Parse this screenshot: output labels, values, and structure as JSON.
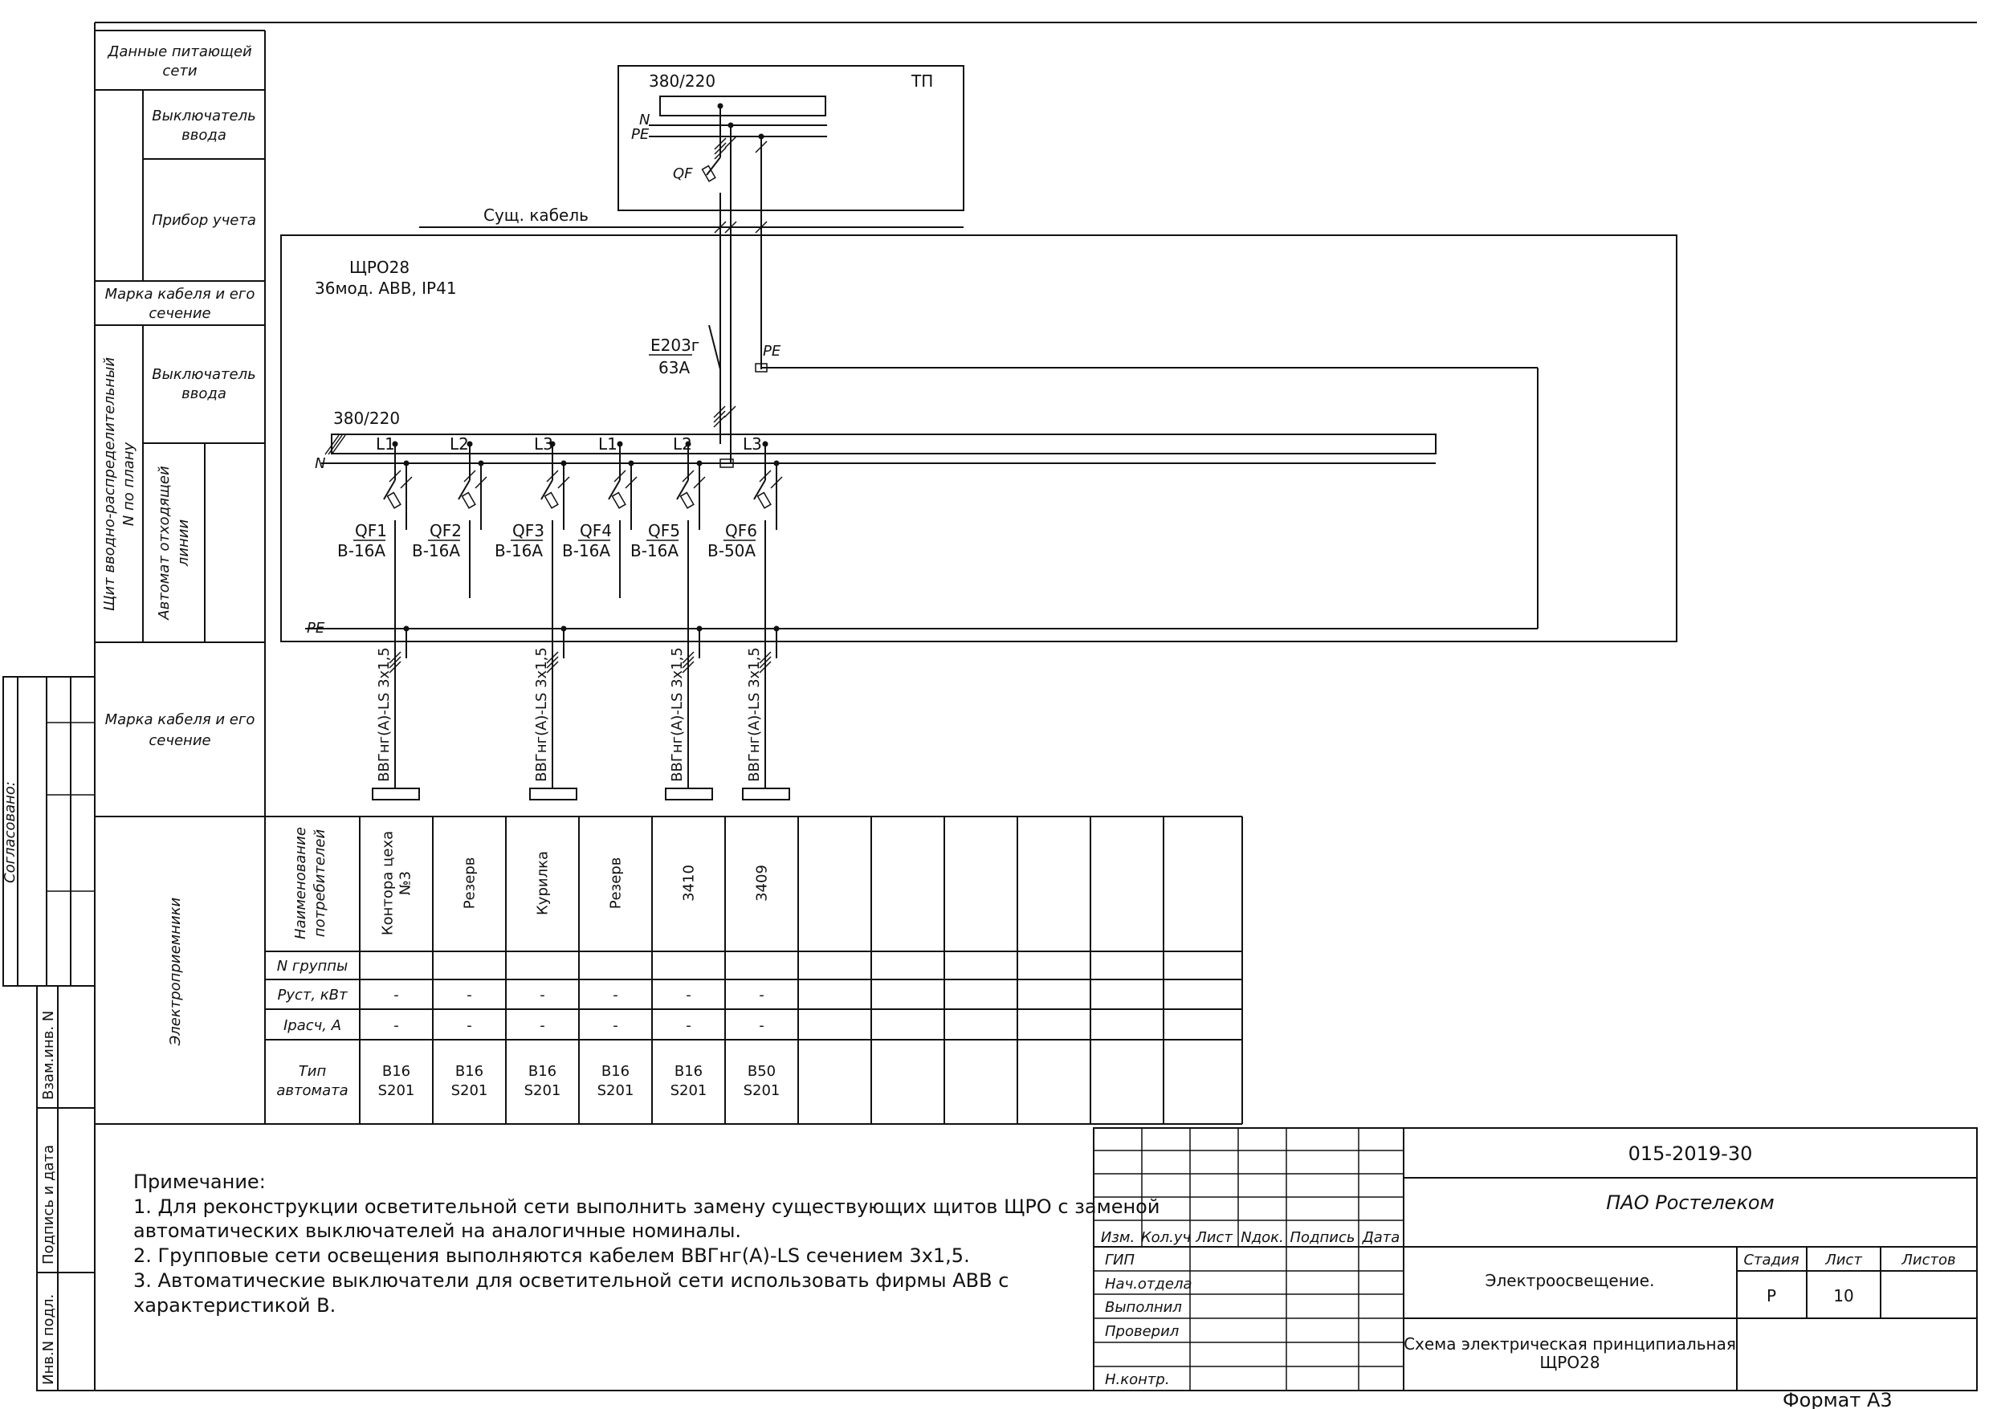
{
  "colors": {
    "ink": "#111111",
    "paper": "#ffffff"
  },
  "left_stamp": {
    "agreed": "Согласовано:",
    "vzam": "Взам.инв. N",
    "signdate": "Подпись и дата",
    "invpodl": "Инв.N подл."
  },
  "rows": {
    "supply_data": [
      "Данные питающей",
      "сети"
    ],
    "input_switch": [
      "Выключатель",
      "ввода"
    ],
    "meter": "Прибор учета",
    "cable_mark": [
      "Марка кабеля и его",
      "сечение"
    ],
    "panel": [
      "Щит вводно-распределительный",
      "N по плану"
    ],
    "input_switch2": [
      "Выключатель",
      "ввода"
    ],
    "outgoing_breaker": [
      "Автомат отходящей",
      "линии"
    ],
    "cable_mark2": [
      "Марка кабеля и его",
      "сечение"
    ],
    "receivers": "Электроприемники"
  },
  "tp": {
    "voltage": "380/220",
    "name": "ТП",
    "n": "N",
    "pe": "PE",
    "qf": "QF"
  },
  "existing_cable": "Сущ. кабель",
  "panel": {
    "name": "ЩРО28",
    "spec": "36мод. ABB, IP41",
    "main_breaker": "E203г",
    "main_rating": "63А",
    "pe": "PE",
    "voltage": "380/220",
    "n": "N",
    "pe_bus": "PE",
    "phases": [
      "L1",
      "L2",
      "L3",
      "L1",
      "L2",
      "L3"
    ]
  },
  "breakers": [
    {
      "id": "QF1",
      "rating": "B-16A"
    },
    {
      "id": "QF2",
      "rating": "B-16A"
    },
    {
      "id": "QF3",
      "rating": "B-16A"
    },
    {
      "id": "QF4",
      "rating": "B-16A"
    },
    {
      "id": "QF5",
      "rating": "B-16A"
    },
    {
      "id": "QF6",
      "rating": "B-50A"
    }
  ],
  "cables": [
    "ВВГнг(А)-LS 3х1,5",
    "ВВГнг(А)-LS 3х1,5",
    "ВВГнг(А)-LS 3х1,5",
    "ВВГнг(А)-LS 3х1,5"
  ],
  "table": {
    "header_name": [
      "Наименование",
      "потребителей"
    ],
    "row_group": "N группы",
    "row_power": "Руст, кВт",
    "row_current": "Iрасч, А",
    "row_type": [
      "Тип",
      "автомата"
    ],
    "consumers": [
      {
        "name": [
          "Контора цеха",
          "№3"
        ],
        "power": "-",
        "current": "-",
        "type": [
          "B16",
          "S201"
        ]
      },
      {
        "name": [
          "Резерв"
        ],
        "power": "-",
        "current": "-",
        "type": [
          "B16",
          "S201"
        ]
      },
      {
        "name": [
          "Курилка"
        ],
        "power": "-",
        "current": "-",
        "type": [
          "B16",
          "S201"
        ]
      },
      {
        "name": [
          "Резерв"
        ],
        "power": "-",
        "current": "-",
        "type": [
          "B16",
          "S201"
        ]
      },
      {
        "name": [
          "3410"
        ],
        "power": "-",
        "current": "-",
        "type": [
          "B16",
          "S201"
        ]
      },
      {
        "name": [
          "3409"
        ],
        "power": "-",
        "current": "-",
        "type": [
          "B50",
          "S201"
        ]
      }
    ]
  },
  "notes": {
    "title": "Примечание:",
    "lines": [
      "1. Для реконструкции осветительной сети выполнить замену существующих щитов ЩРО с заменой",
      "автоматических выключателей на аналогичные номиналы.",
      "2. Групповые сети освещения выполняются кабелем ВВГнг(А)-LS сечением 3х1,5.",
      "3. Автоматические выключатели для осветительной сети использовать фирмы ABB с",
      "характеристикой В."
    ]
  },
  "title_block": {
    "code": "015-2019-30",
    "org": "ПАО Ростелеком",
    "cols": [
      "Изм.",
      "Кол.уч",
      "Лист",
      "Nдок.",
      "Подпись",
      "Дата"
    ],
    "roles": [
      "ГИП",
      "Нач.отдела",
      "Выполнил",
      "Проверил",
      "Н.контр."
    ],
    "subject": "Электроосвещение.",
    "stage_h": "Стадия",
    "sheet_h": "Лист",
    "sheets_h": "Листов",
    "stage": "Р",
    "sheet": "10",
    "drawing": [
      "Схема электрическая принципиальная",
      "ЩРО28"
    ]
  },
  "format": "Формат А3"
}
